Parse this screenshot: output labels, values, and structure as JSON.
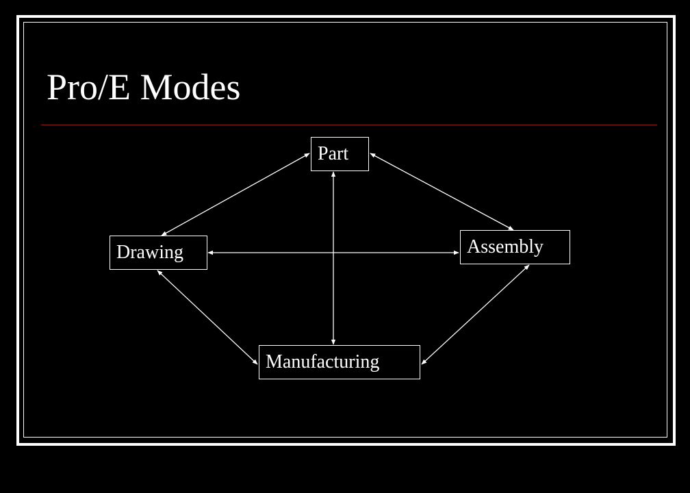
{
  "slide": {
    "title": "Pro/E Modes"
  },
  "diagram": {
    "nodes": [
      {
        "id": "part",
        "label": "Part"
      },
      {
        "id": "drawing",
        "label": "Drawing"
      },
      {
        "id": "assembly",
        "label": "Assembly"
      },
      {
        "id": "manufacturing",
        "label": "Manufacturing"
      }
    ],
    "edges": [
      {
        "from": "part",
        "to": "drawing",
        "direction": "both"
      },
      {
        "from": "part",
        "to": "assembly",
        "direction": "both"
      },
      {
        "from": "part",
        "to": "manufacturing",
        "direction": "both"
      },
      {
        "from": "drawing",
        "to": "assembly",
        "direction": "both"
      },
      {
        "from": "drawing",
        "to": "manufacturing",
        "direction": "both"
      },
      {
        "from": "assembly",
        "to": "manufacturing",
        "direction": "both"
      }
    ]
  },
  "colors": {
    "background": "#000000",
    "foreground": "#ffffff",
    "title_rule": "#8b1a1a"
  }
}
